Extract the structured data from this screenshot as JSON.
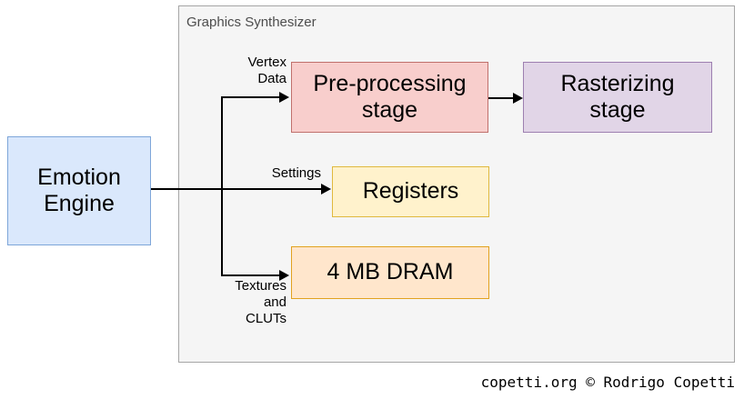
{
  "diagram": {
    "title": "Graphics Synthesizer",
    "nodes": {
      "emotion_engine": {
        "label": "Emotion\nEngine",
        "fill": "#dae8fc",
        "stroke": "#6c8ebf"
      },
      "preprocessing": {
        "label": "Pre-processing\nstage",
        "fill": "#f8cecc",
        "stroke": "#b85450"
      },
      "rasterizing": {
        "label": "Rasterizing\nstage",
        "fill": "#e1d5e7",
        "stroke": "#9673a6"
      },
      "registers": {
        "label": "Registers",
        "fill": "#fff2cc",
        "stroke": "#d6b656"
      },
      "dram": {
        "label": "4 MB DRAM",
        "fill": "#ffe6cc",
        "stroke": "#d79b00"
      }
    },
    "edges": {
      "vertex_data": {
        "label": "Vertex\nData",
        "from": "emotion_engine",
        "to": "preprocessing"
      },
      "settings": {
        "label": "Settings",
        "from": "emotion_engine",
        "to": "registers"
      },
      "textures": {
        "label": "Textures\nand\nCLUTs",
        "from": "emotion_engine",
        "to": "dram"
      },
      "pipeline": {
        "label": "",
        "from": "preprocessing",
        "to": "rasterizing"
      }
    },
    "background": "#f5f5f5",
    "border_color": "#a6a6a6"
  },
  "footer": {
    "credit": "copetti.org © Rodrigo Copetti"
  }
}
